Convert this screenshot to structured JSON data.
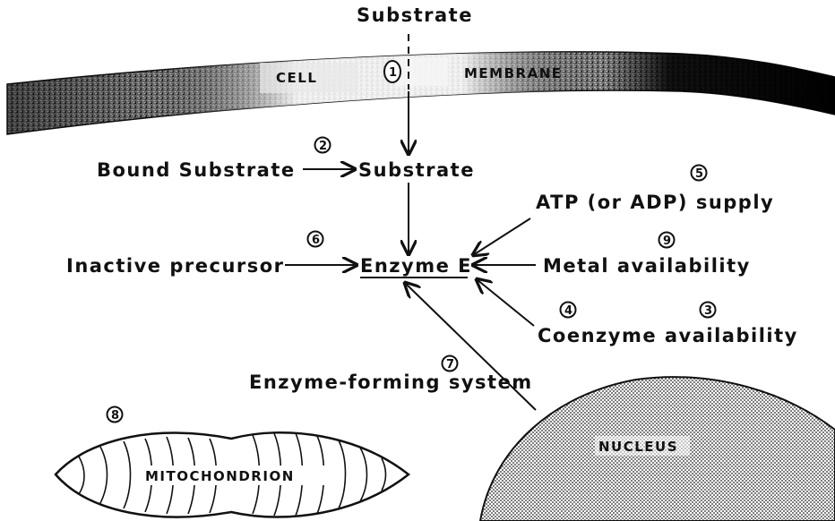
{
  "labels": {
    "substrate_top": "Substrate",
    "cell": "CELL",
    "membrane": "MEMBRANE",
    "bound_substrate": "Bound Substrate",
    "substrate_mid": "Substrate",
    "atp_supply": "ATP (or ADP) supply",
    "inactive_precursor": "Inactive precursor",
    "enzyme_e": "Enzyme E",
    "metal_availability": "Metal availability",
    "coenzyme_availability": "Coenzyme availability",
    "enzyme_forming_system": "Enzyme-forming system",
    "mitochondrion": "MITOCHONDRION",
    "nucleus": "NUCLEUS"
  },
  "markers": {
    "m1": "1",
    "m2": "2",
    "m3": "3",
    "m4": "4",
    "m5": "5",
    "m6": "6",
    "m7": "7",
    "m8": "8",
    "m9": "9"
  },
  "colors": {
    "ink": "#111111",
    "membrane_dark": "#0a0a0a",
    "paper": "#ffffff"
  }
}
